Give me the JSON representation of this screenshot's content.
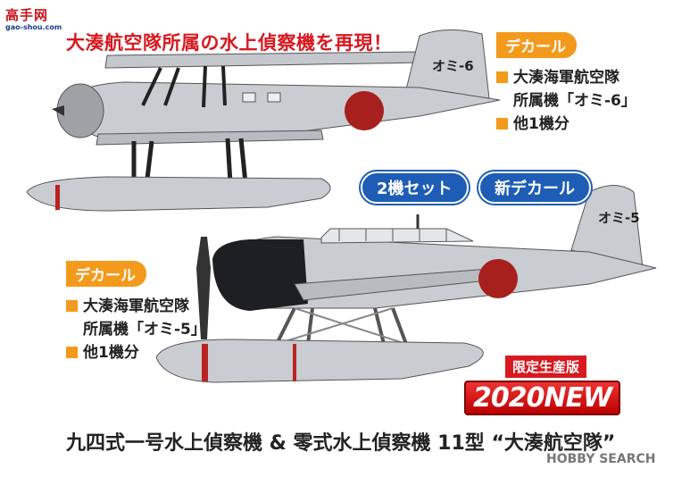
{
  "logo": {
    "text": "高手网",
    "sub": "gao-shou.com"
  },
  "headline": "大湊航空隊所属の水上偵察機を再現！",
  "decal_top": {
    "tag": "デカール",
    "lines": [
      "大湊海軍航空隊",
      "所属機「オミ-6」",
      "他1機分"
    ]
  },
  "decal_bottom": {
    "tag": "デカール",
    "lines": [
      "大湊海軍航空隊",
      "所属機「オミ-5」",
      "他1機分"
    ]
  },
  "pill_set": "2機セット",
  "pill_new_decal": "新デカール",
  "tail_top": "オミ-6",
  "tail_bottom": "オミ-5",
  "limited": "限定生産版",
  "new_badge": "2020NEW",
  "title": "九四式一号水上偵察機 & 零式水上偵察機 11型 “大湊航空隊”",
  "watermark": "HOBBY SEARCH",
  "colors": {
    "red": "#d71920",
    "orange": "#f39a1c",
    "blue": "#1e5db5",
    "hinomaru": "#a8201d",
    "plane": "#c9ccd0"
  }
}
